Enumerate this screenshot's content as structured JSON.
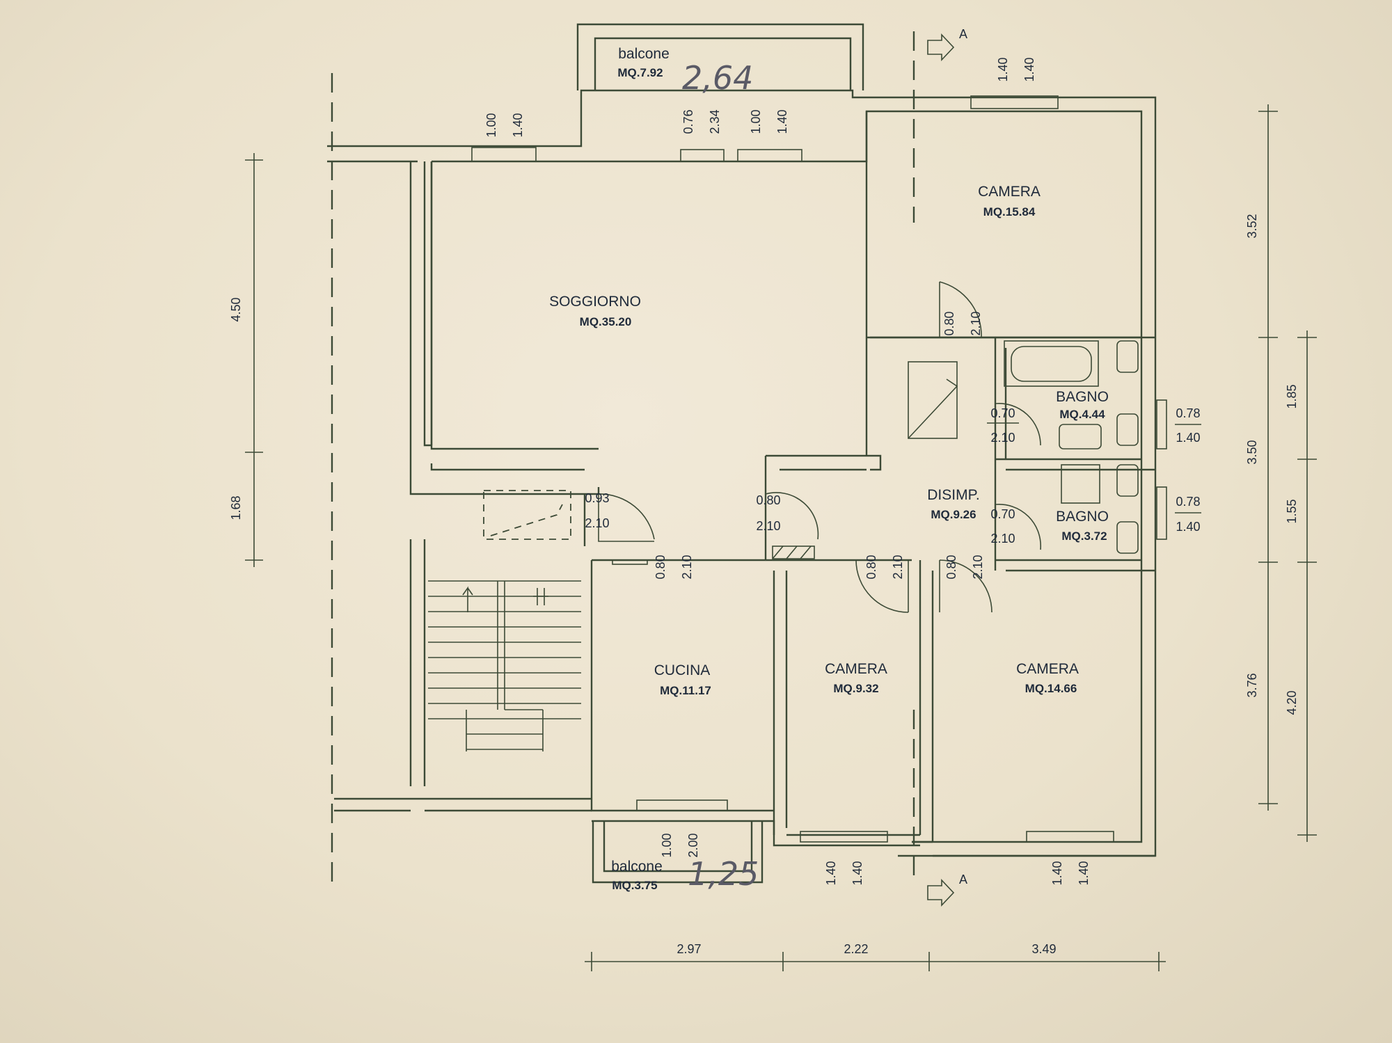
{
  "section": {
    "label_top": "A",
    "label_bottom": "A"
  },
  "rooms": {
    "soggiorno": {
      "name": "SOGGIORNO",
      "area": "MQ.35.20"
    },
    "camera_top": {
      "name": "CAMERA",
      "area": "MQ.15.84"
    },
    "bagno_1": {
      "name": "BAGNO",
      "area": "MQ.4.44"
    },
    "disimp": {
      "name": "DISIMP.",
      "area": "MQ.9.26"
    },
    "bagno_2": {
      "name": "BAGNO",
      "area": "MQ.3.72"
    },
    "cucina": {
      "name": "CUCINA",
      "area": "MQ.11.17"
    },
    "camera_small": {
      "name": "CAMERA",
      "area": "MQ.9.32"
    },
    "camera_right": {
      "name": "CAMERA",
      "area": "MQ.14.66"
    },
    "balcone_top": {
      "name": "balcone",
      "area": "MQ.7.92"
    },
    "balcone_bottom": {
      "name": "balcone",
      "area": "MQ.3.75"
    }
  },
  "handwritten": {
    "top": "2,64",
    "bottom": "1,25"
  },
  "fractions": {
    "d1_w": "0.93",
    "d1_h": "2.10",
    "d2_w": "0.80",
    "d2_h": "2.10",
    "d3_w": "0.70",
    "d3_h": "2.10",
    "d4_w": "0.70",
    "d4_h": "2.10",
    "d5_w": "0.80",
    "d5_h": "2.10",
    "d6_w": "0.80",
    "d6_h": "2.10",
    "d7_w": "0.80",
    "d7_h": "2.10",
    "d8_w": "0.80",
    "d8_h": "2.10",
    "w1_w": "0.78",
    "w1_h": "1.40",
    "w2_w": "0.78",
    "w2_h": "1.40",
    "w3_w": "1.00",
    "w3_h": "1.40",
    "w4_w": "0.76",
    "w4_h": "2.34",
    "w5_w": "1.00",
    "w5_h": "1.40",
    "w6_w": "1.40",
    "w6_h": "1.40",
    "w7_w": "1.00",
    "w7_h": "2.00",
    "w8_w": "1.40",
    "w8_h": "1.40",
    "w9_w": "1.40",
    "w9_h": "1.40"
  },
  "dimensions": {
    "left_upper": "4.50",
    "left_lower": "1.68",
    "right_1": "3.52",
    "right_2": "3.50",
    "right_3": "3.76",
    "right_inner_1": "1.85",
    "right_inner_2": "1.55",
    "right_inner_3": "4.20",
    "bottom_1": "2.97",
    "bottom_2": "2.22",
    "bottom_3": "3.49"
  }
}
